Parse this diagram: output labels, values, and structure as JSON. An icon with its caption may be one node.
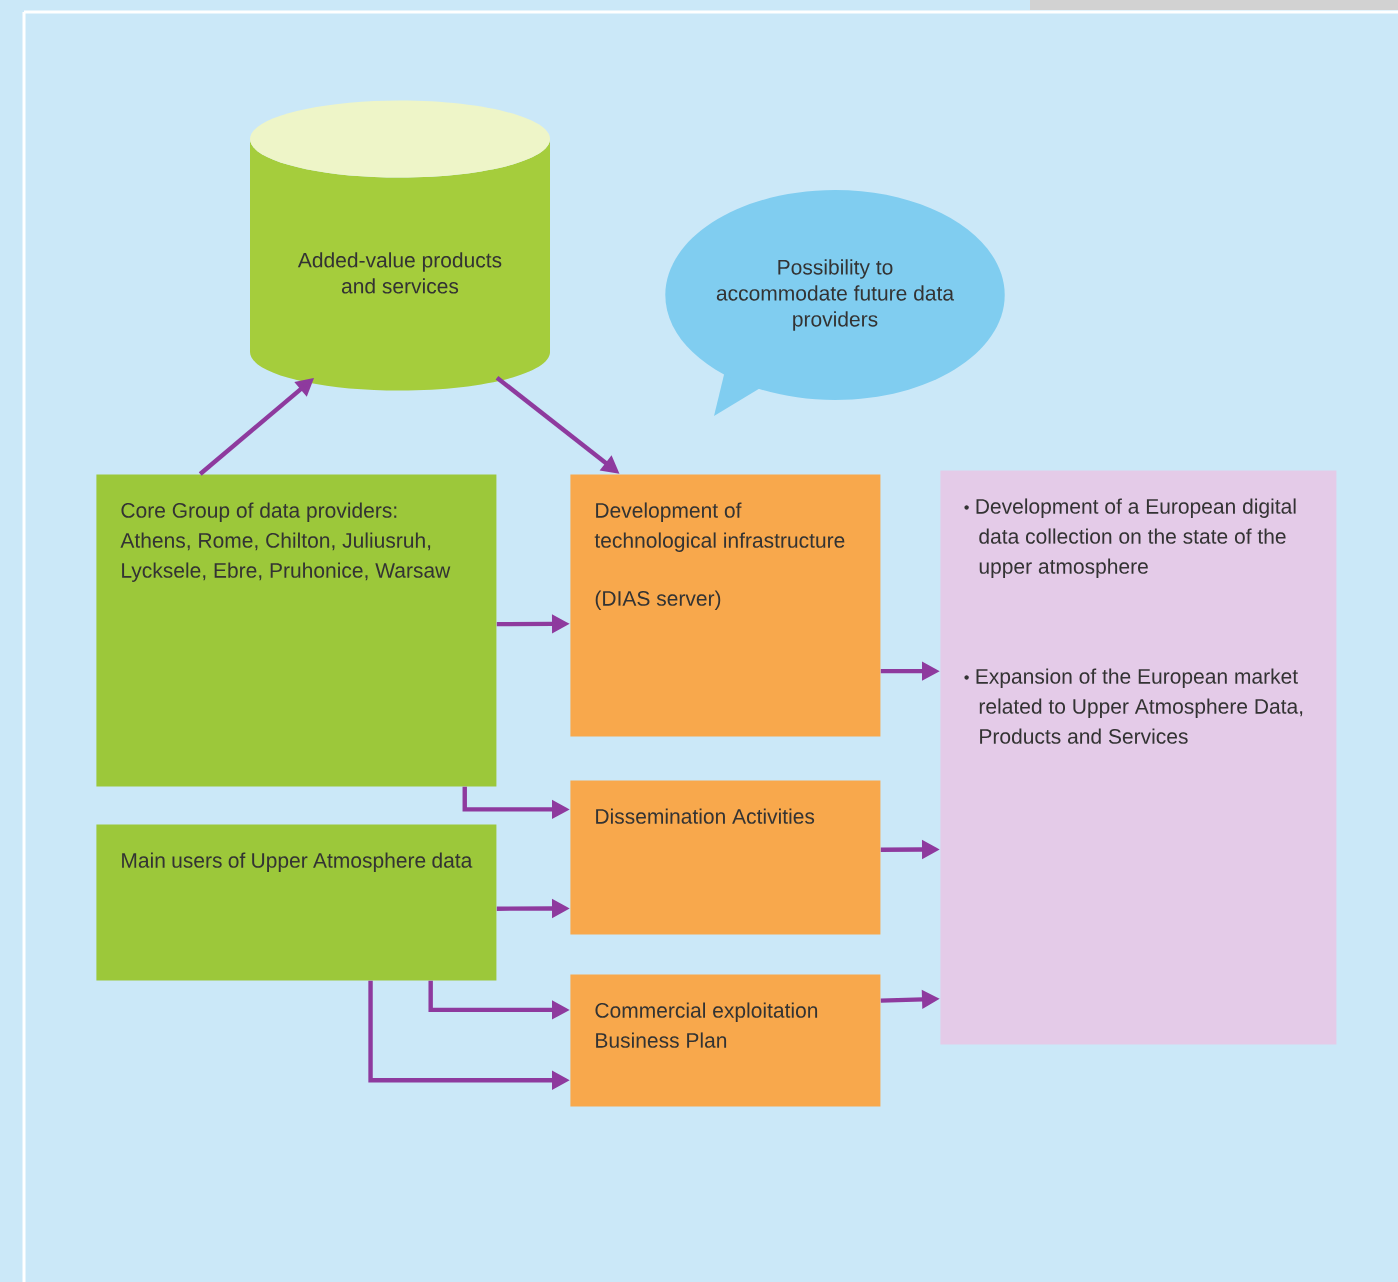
{
  "diagram": {
    "nodes": [
      {
        "text": [
          "Added-value products and services"
        ]
      },
      {
        "text": [
          "Possibility to accommodate future data providers"
        ]
      },
      {
        "text": [
          "Core Group of data providers:",
          "Athens, Rome, Chilton, Juliusruh, Lycksele, Ebre, Pruhonice, Warsaw"
        ]
      },
      {
        "text": [
          "Development of technological infrastructure",
          "(DIAS server)"
        ]
      },
      {
        "text": [
          "Development of a European digital data collection on the state of the upper atmosphere",
          "Expansion of the European market related to Upper Atmosphere Data, Products and Services"
        ]
      },
      {
        "text": [
          "Main users of Upper Atmosphere data"
        ]
      },
      {
        "text": [
          "Dissemination Activities"
        ]
      },
      {
        "text": [
          "Commercial exploitation Business Plan"
        ]
      }
    ],
    "edges": [
      {
        "from": 2,
        "to": 0,
        "arrow": "to"
      },
      {
        "from": 0,
        "to": 3,
        "arrow": "to"
      },
      {
        "from": 2,
        "to": 3,
        "arrow": "to"
      },
      {
        "from": 2,
        "to": 6,
        "arrow": "to"
      },
      {
        "from": 5,
        "to": 6,
        "arrow": "to"
      },
      {
        "from": 5,
        "to": 7,
        "arrow": "to"
      },
      {
        "from": 5,
        "to": 7,
        "arrow": "to"
      },
      {
        "from": 3,
        "to": 4,
        "arrow": "to"
      },
      {
        "from": 6,
        "to": 4,
        "arrow": "to"
      },
      {
        "from": 7,
        "to": 4,
        "arrow": "to"
      }
    ]
  }
}
